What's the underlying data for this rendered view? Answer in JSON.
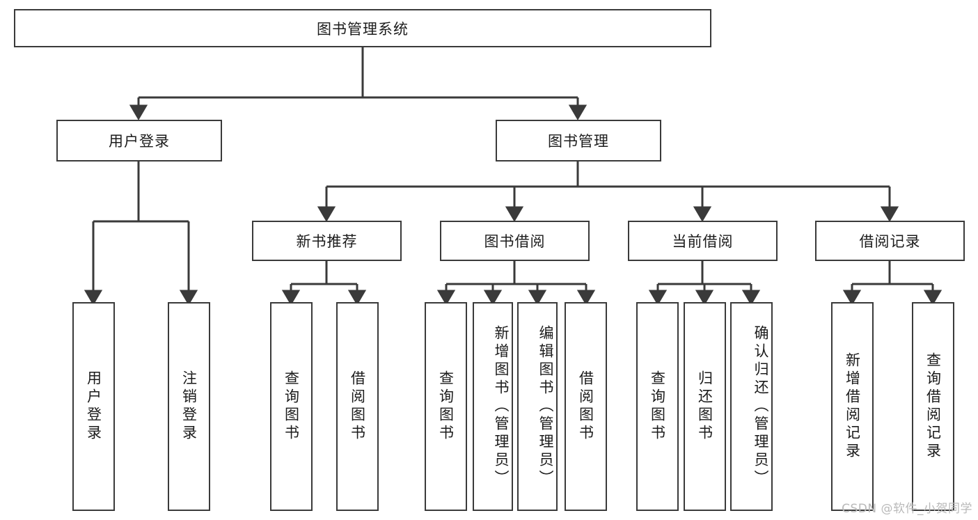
{
  "diagram": {
    "type": "tree",
    "title": "图书管理系统",
    "watermark": "CSDN @软件_小贺同学",
    "colors": {
      "box_border": "#3a3a3a",
      "box_fill": "#ffffff",
      "line": "#3a3a3a",
      "text": "#1b1b1b",
      "watermark": "#b9b9b9"
    },
    "levels": [
      {
        "level": 0,
        "nodes": [
          "图书管理系统"
        ]
      },
      {
        "level": 1,
        "nodes": [
          "用户登录",
          "图书管理"
        ]
      },
      {
        "level": 2,
        "nodes": [
          "新书推荐",
          "图书借阅",
          "当前借阅",
          "借阅记录"
        ]
      },
      {
        "level": 3,
        "nodes": [
          "用户登录",
          "注销登录",
          "查询图书",
          "借阅图书",
          "查询图书",
          "新增图书（管理员）",
          "编辑图书（管理员）",
          "借阅图书",
          "查询图书",
          "归还图书",
          "确认归还（管理员）",
          "新增借阅记录",
          "查询借阅记录"
        ]
      }
    ],
    "nodes": {
      "root": "图书管理系统",
      "n_user_login": "用户登录",
      "n_book_mgmt": "图书管理",
      "n_new_book_rec": "新书推荐",
      "n_book_borrow": "图书借阅",
      "n_current_borrow": "当前借阅",
      "n_borrow_record": "借阅记录",
      "l_user_login": "用户登录",
      "l_logout": "注销登录",
      "l_query_book_1": "查询图书",
      "l_borrow_book_1": "借阅图书",
      "l_query_book_2": "查询图书",
      "l_add_book_admin": "新增图书（管理员）",
      "l_edit_book_admin": "编辑图书（管理员）",
      "l_borrow_book_2": "借阅图书",
      "l_query_book_3": "查询图书",
      "l_return_book": "归还图书",
      "l_confirm_return_admin": "确认归还（管理员）",
      "l_add_borrow_record": "新增借阅记录",
      "l_query_borrow_record": "查询借阅记录"
    },
    "edges": [
      {
        "from": "图书管理系统",
        "to": "用户登录"
      },
      {
        "from": "图书管理系统",
        "to": "图书管理"
      },
      {
        "from": "用户登录",
        "to": "用户登录"
      },
      {
        "from": "用户登录",
        "to": "注销登录"
      },
      {
        "from": "图书管理",
        "to": "新书推荐"
      },
      {
        "from": "图书管理",
        "to": "图书借阅"
      },
      {
        "from": "图书管理",
        "to": "当前借阅"
      },
      {
        "from": "图书管理",
        "to": "借阅记录"
      },
      {
        "from": "新书推荐",
        "to": "查询图书"
      },
      {
        "from": "新书推荐",
        "to": "借阅图书"
      },
      {
        "from": "图书借阅",
        "to": "查询图书"
      },
      {
        "from": "图书借阅",
        "to": "新增图书（管理员）"
      },
      {
        "from": "图书借阅",
        "to": "编辑图书（管理员）"
      },
      {
        "from": "图书借阅",
        "to": "借阅图书"
      },
      {
        "from": "当前借阅",
        "to": "查询图书"
      },
      {
        "from": "当前借阅",
        "to": "归还图书"
      },
      {
        "from": "当前借阅",
        "to": "确认归还（管理员）"
      },
      {
        "from": "借阅记录",
        "to": "新增借阅记录"
      },
      {
        "from": "借阅记录",
        "to": "查询借阅记录"
      }
    ]
  }
}
